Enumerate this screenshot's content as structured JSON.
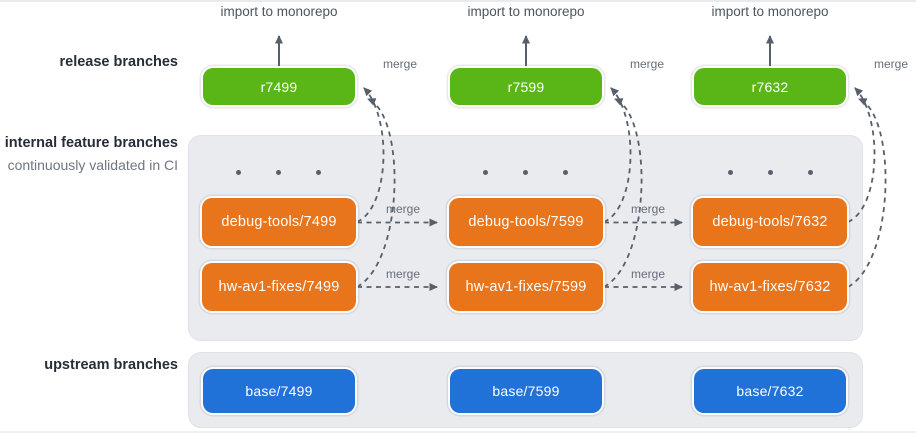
{
  "diagram": {
    "row_labels": {
      "release": "release branches",
      "internal": "internal feature branches",
      "internal_sub": "continuously validated in CI",
      "upstream": "upstream branches"
    },
    "annotations": {
      "import": "import to monorepo",
      "merge": "merge"
    },
    "columns": [
      {
        "release": "r7499",
        "feature_debug": "debug-tools/7499",
        "feature_hw": "hw-av1-fixes/7499",
        "base": "base/7499"
      },
      {
        "release": "r7599",
        "feature_debug": "debug-tools/7599",
        "feature_hw": "hw-av1-fixes/7599",
        "base": "base/7599"
      },
      {
        "release": "r7632",
        "feature_debug": "debug-tools/7632",
        "feature_hw": "hw-av1-fixes/7632",
        "base": "base/7632"
      }
    ],
    "colors": {
      "release_green": "#5AB617",
      "feature_orange": "#E8741B",
      "base_blue": "#2071D8",
      "container_gray": "#E9EBEF",
      "arrow_gray": "#575F6B"
    }
  }
}
